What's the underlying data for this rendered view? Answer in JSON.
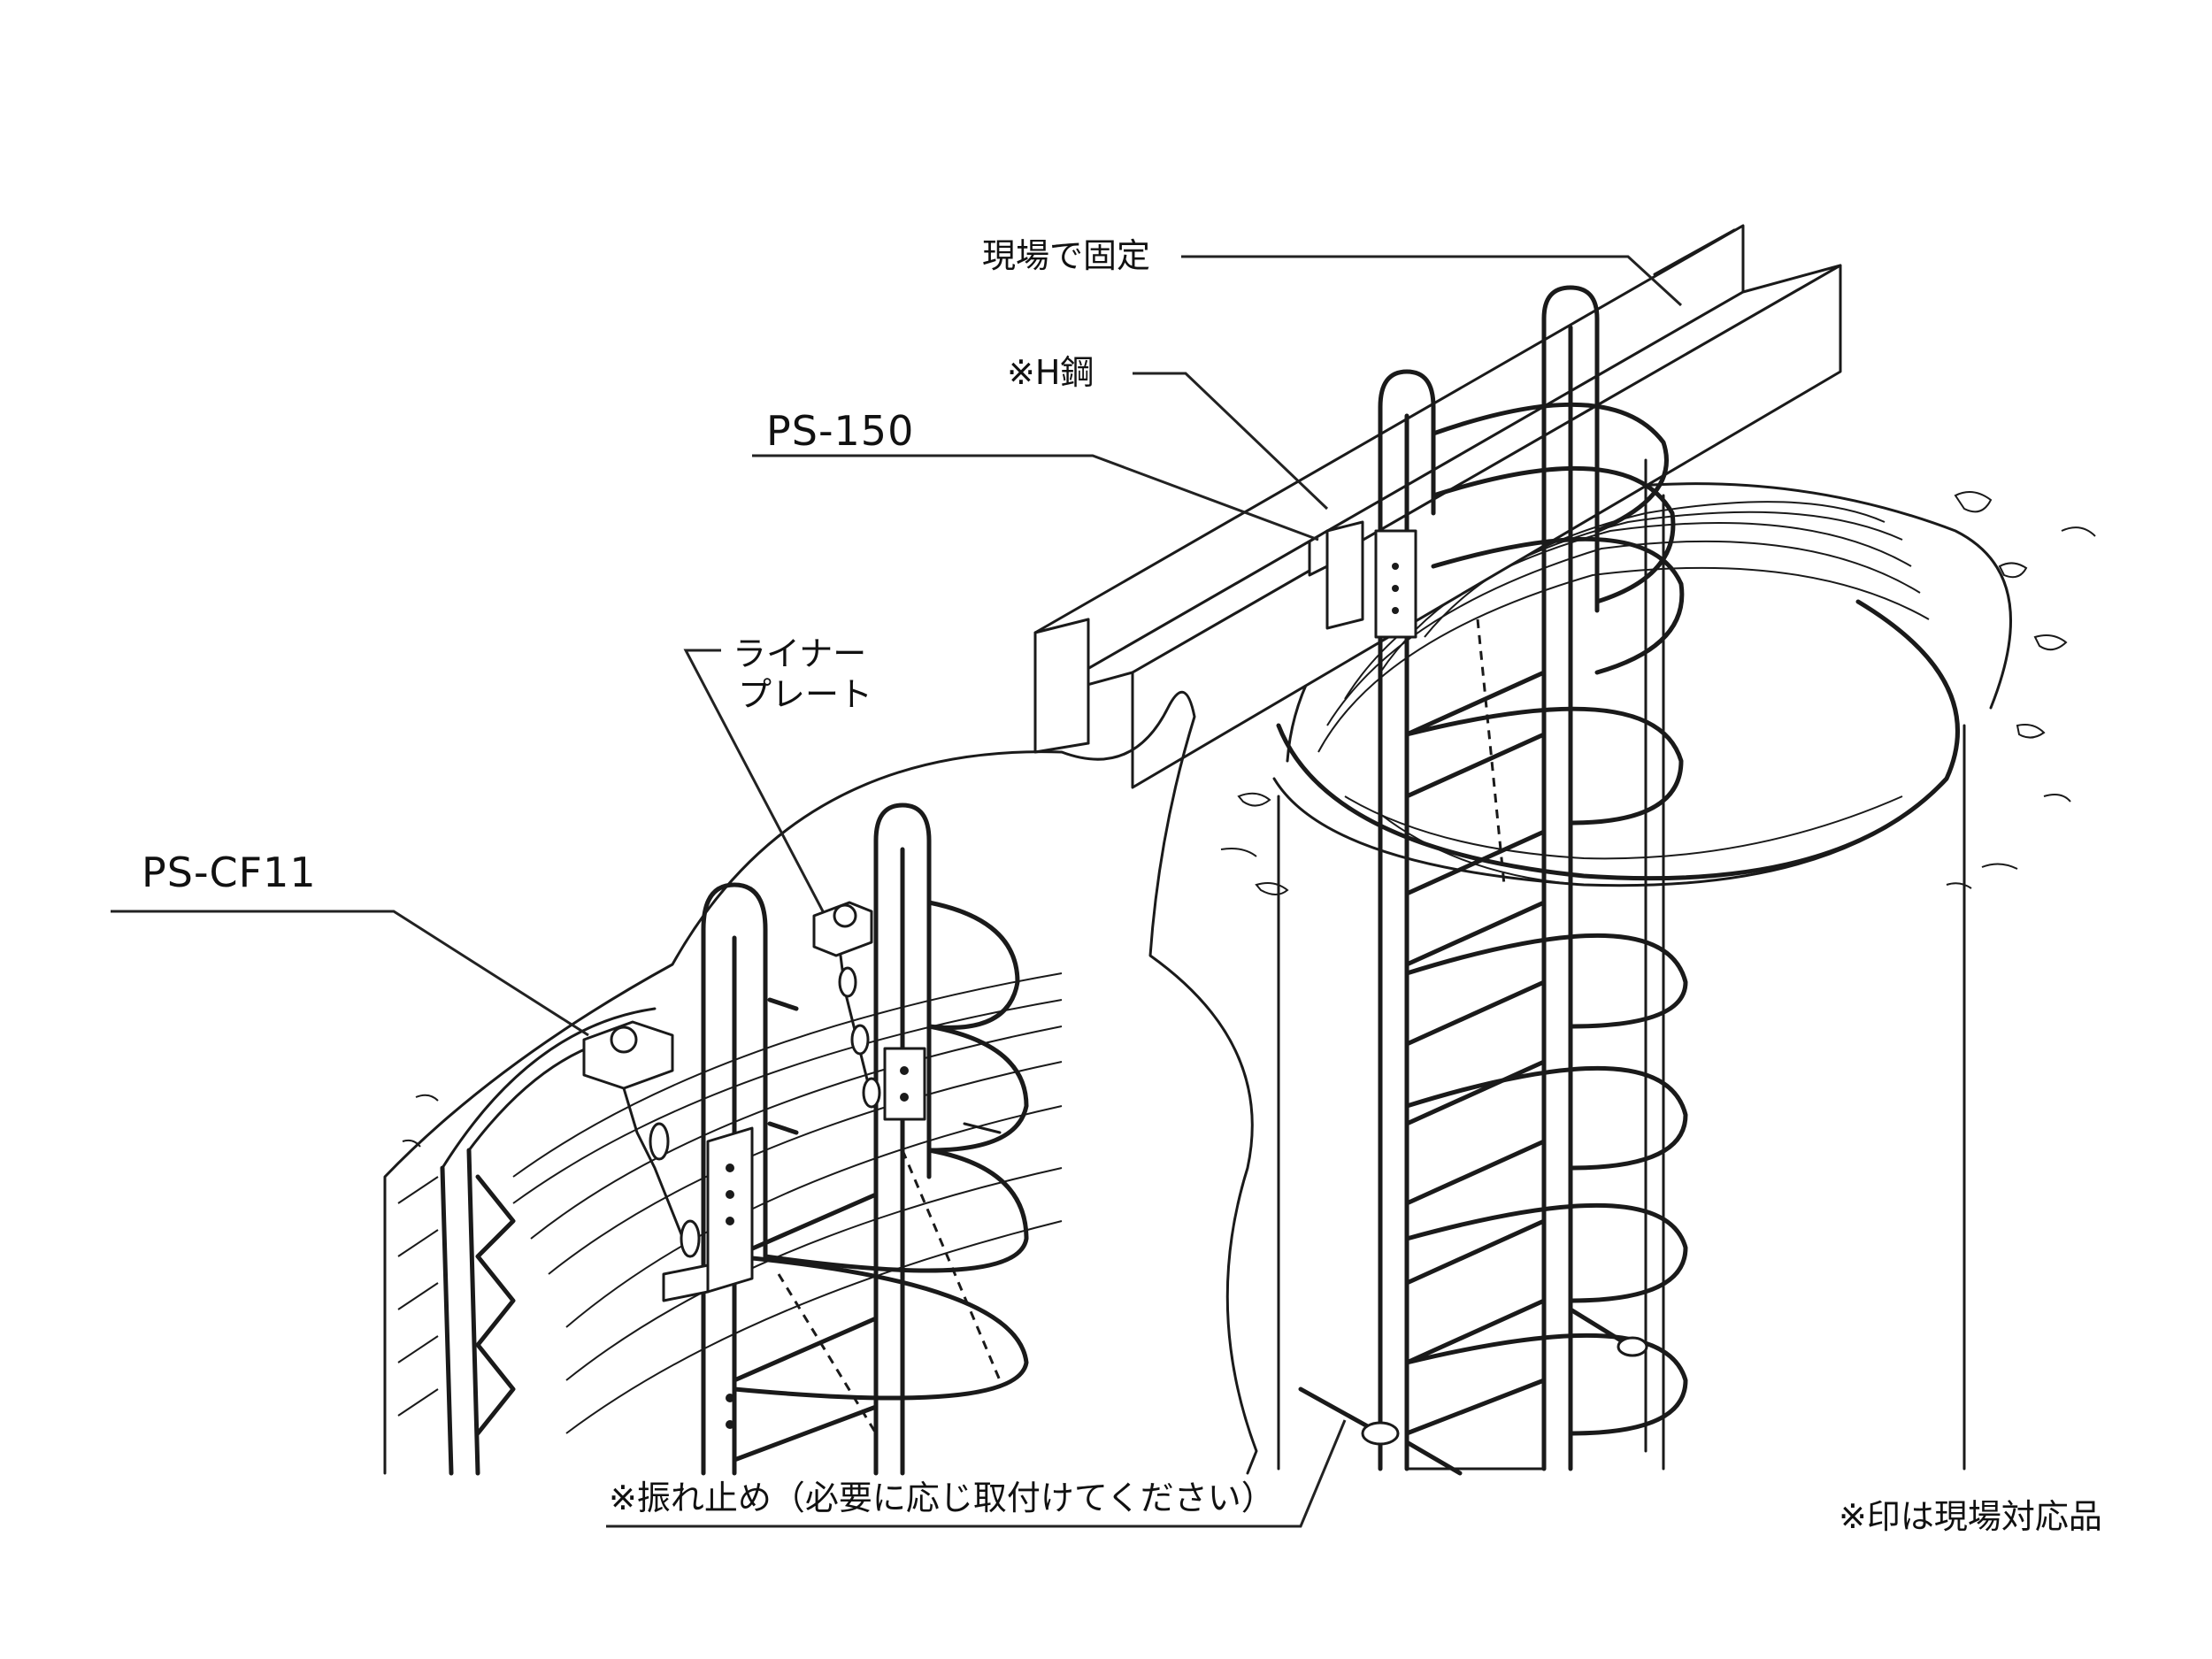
{
  "labels": {
    "fix_on_site": "現場で固定",
    "h_steel": "※H鋼",
    "ps150": "PS-150",
    "liner_plate_1": "ライナー",
    "liner_plate_2": "プレート",
    "pscf11": "PS-CF11",
    "sway_stop": "※振れ止め（必要に応じ取付けてください）",
    "site_note": "※印は現場対応品"
  }
}
